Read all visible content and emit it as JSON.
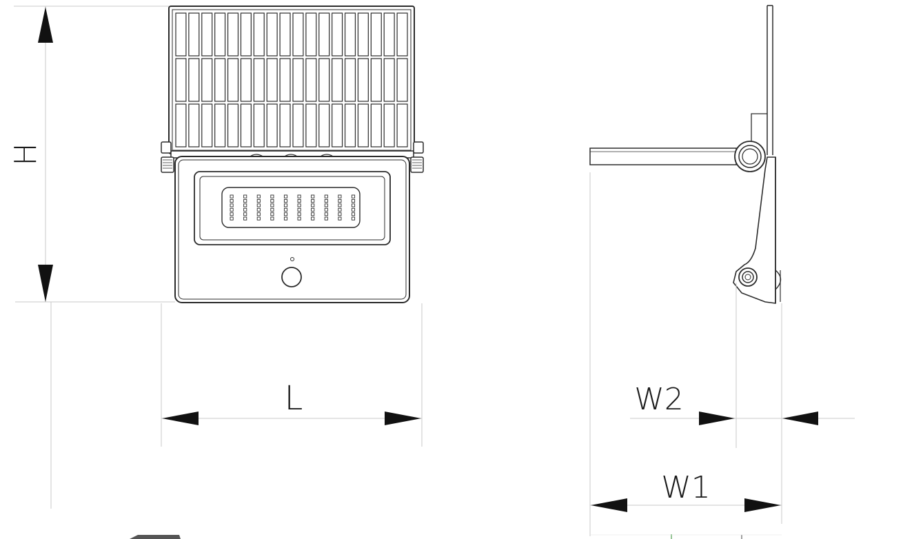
{
  "labels": {
    "height": "H",
    "length": "L",
    "width_bracket": "W2",
    "width_total": "W1"
  },
  "views": {
    "front": {
      "solar_rows": 3,
      "solar_cols": 18,
      "led_rows": 6,
      "led_cols": 10
    },
    "side": {}
  },
  "colors": {
    "line": "#2a2a2a",
    "extension_line": "#c8c8c8",
    "background": "#ffffff"
  }
}
